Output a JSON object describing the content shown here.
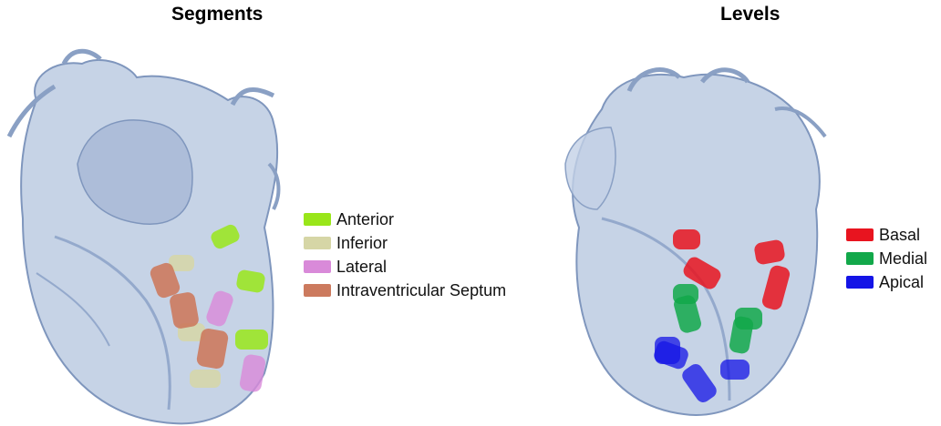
{
  "panels": [
    {
      "title": "Segments",
      "legend": [
        {
          "label": "Anterior",
          "color": "#99e61a"
        },
        {
          "label": "Inferior",
          "color": "#d6d6a6"
        },
        {
          "label": "Lateral",
          "color": "#d98ad9"
        },
        {
          "label": "Intraventricular Septum",
          "color": "#cc7a5e"
        }
      ]
    },
    {
      "title": "Levels",
      "legend": [
        {
          "label": "Basal",
          "color": "#e8141f"
        },
        {
          "label": "Medial",
          "color": "#12a84a"
        },
        {
          "label": "Apical",
          "color": "#1414e6"
        }
      ]
    }
  ],
  "colors": {
    "heart_fill": "#b3c4de",
    "heart_stroke": "#7f96bd"
  }
}
